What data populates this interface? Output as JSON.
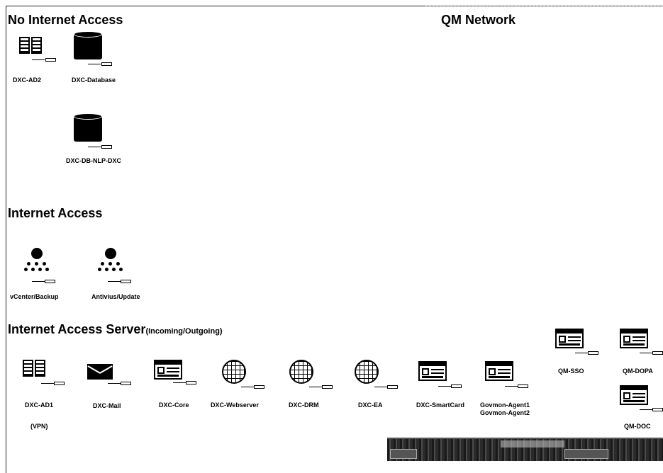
{
  "sections": {
    "no_internet": "No Internet Access",
    "qm_network": "QM Network",
    "internet": "Internet Access",
    "internet_server": "Internet Access Server",
    "internet_server_sub": "(Incoming/Outgoing)"
  },
  "nodes": {
    "dxc_ad2": "DXC-AD2",
    "dxc_database": "DXC-Database",
    "dxc_db_nlp": "DXC-DB-NLP-DXC",
    "vcenter": "vCenter/Backup",
    "antivirus": "Antivius/Update",
    "dxc_ad1": "DXC-AD1",
    "dxc_ad1_sub": "(VPN)",
    "dxc_mail": "DXC-Mail",
    "dxc_core": "DXC-Core",
    "dxc_webserver": "DXC-Webserver",
    "dxc_drm": "DXC-DRM",
    "dxc_ea": "DXC-EA",
    "dxc_smartcard": "DXC-SmartCard",
    "govmon1": "Govmon-Agent1",
    "govmon2": "Govmon-Agent2",
    "qm_sso": "QM-SSO",
    "qm_dopa": "QM-DOPA",
    "qm_doc": "QM-DOC"
  }
}
